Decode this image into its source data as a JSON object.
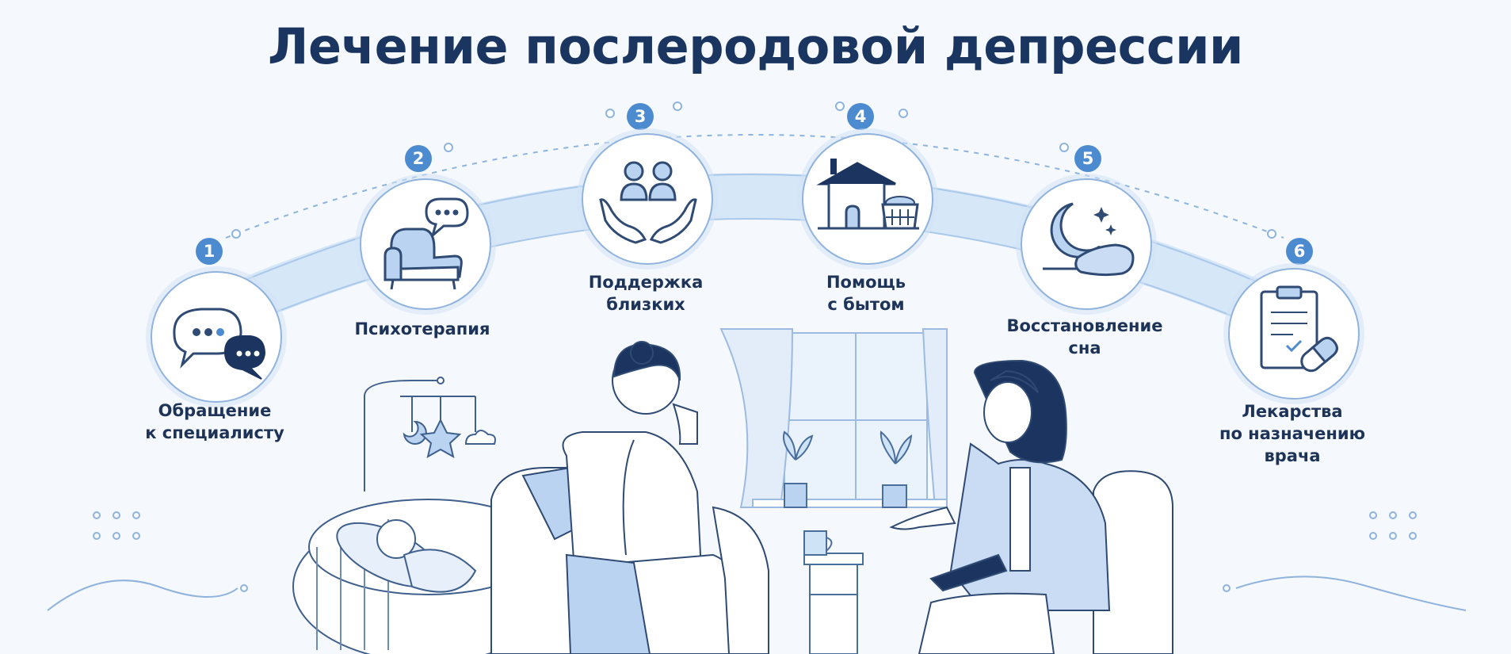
{
  "title": "Лечение послеродовой депрессии",
  "colors": {
    "background": "#f5f8fd",
    "title": "#1a3560",
    "accent": "#4d8bd0",
    "arc": "#d6e7f8",
    "line": "#2f4a73",
    "fill": "#b9d3f1"
  },
  "steps": [
    {
      "number": "1",
      "label_lines": [
        "Обращение",
        "к специалисту"
      ],
      "icon": "speech-bubbles-icon"
    },
    {
      "number": "2",
      "label_lines": [
        "Психотерапия"
      ],
      "icon": "armchair-chat-icon"
    },
    {
      "number": "3",
      "label_lines": [
        "Поддержка",
        "близких"
      ],
      "icon": "supporting-hands-icon"
    },
    {
      "number": "4",
      "label_lines": [
        "Помощь",
        "с бытом"
      ],
      "icon": "house-laundry-icon"
    },
    {
      "number": "5",
      "label_lines": [
        "Восстановление",
        "сна"
      ],
      "icon": "moon-pillow-icon"
    },
    {
      "number": "6",
      "label_lines": [
        "Лекарства",
        "по назначению",
        "врача"
      ],
      "icon": "prescription-pills-icon"
    }
  ],
  "illustration": {
    "description_icons": [
      "baby-crib-icon",
      "mother-figure-icon",
      "window-icon",
      "therapist-figure-icon"
    ]
  }
}
